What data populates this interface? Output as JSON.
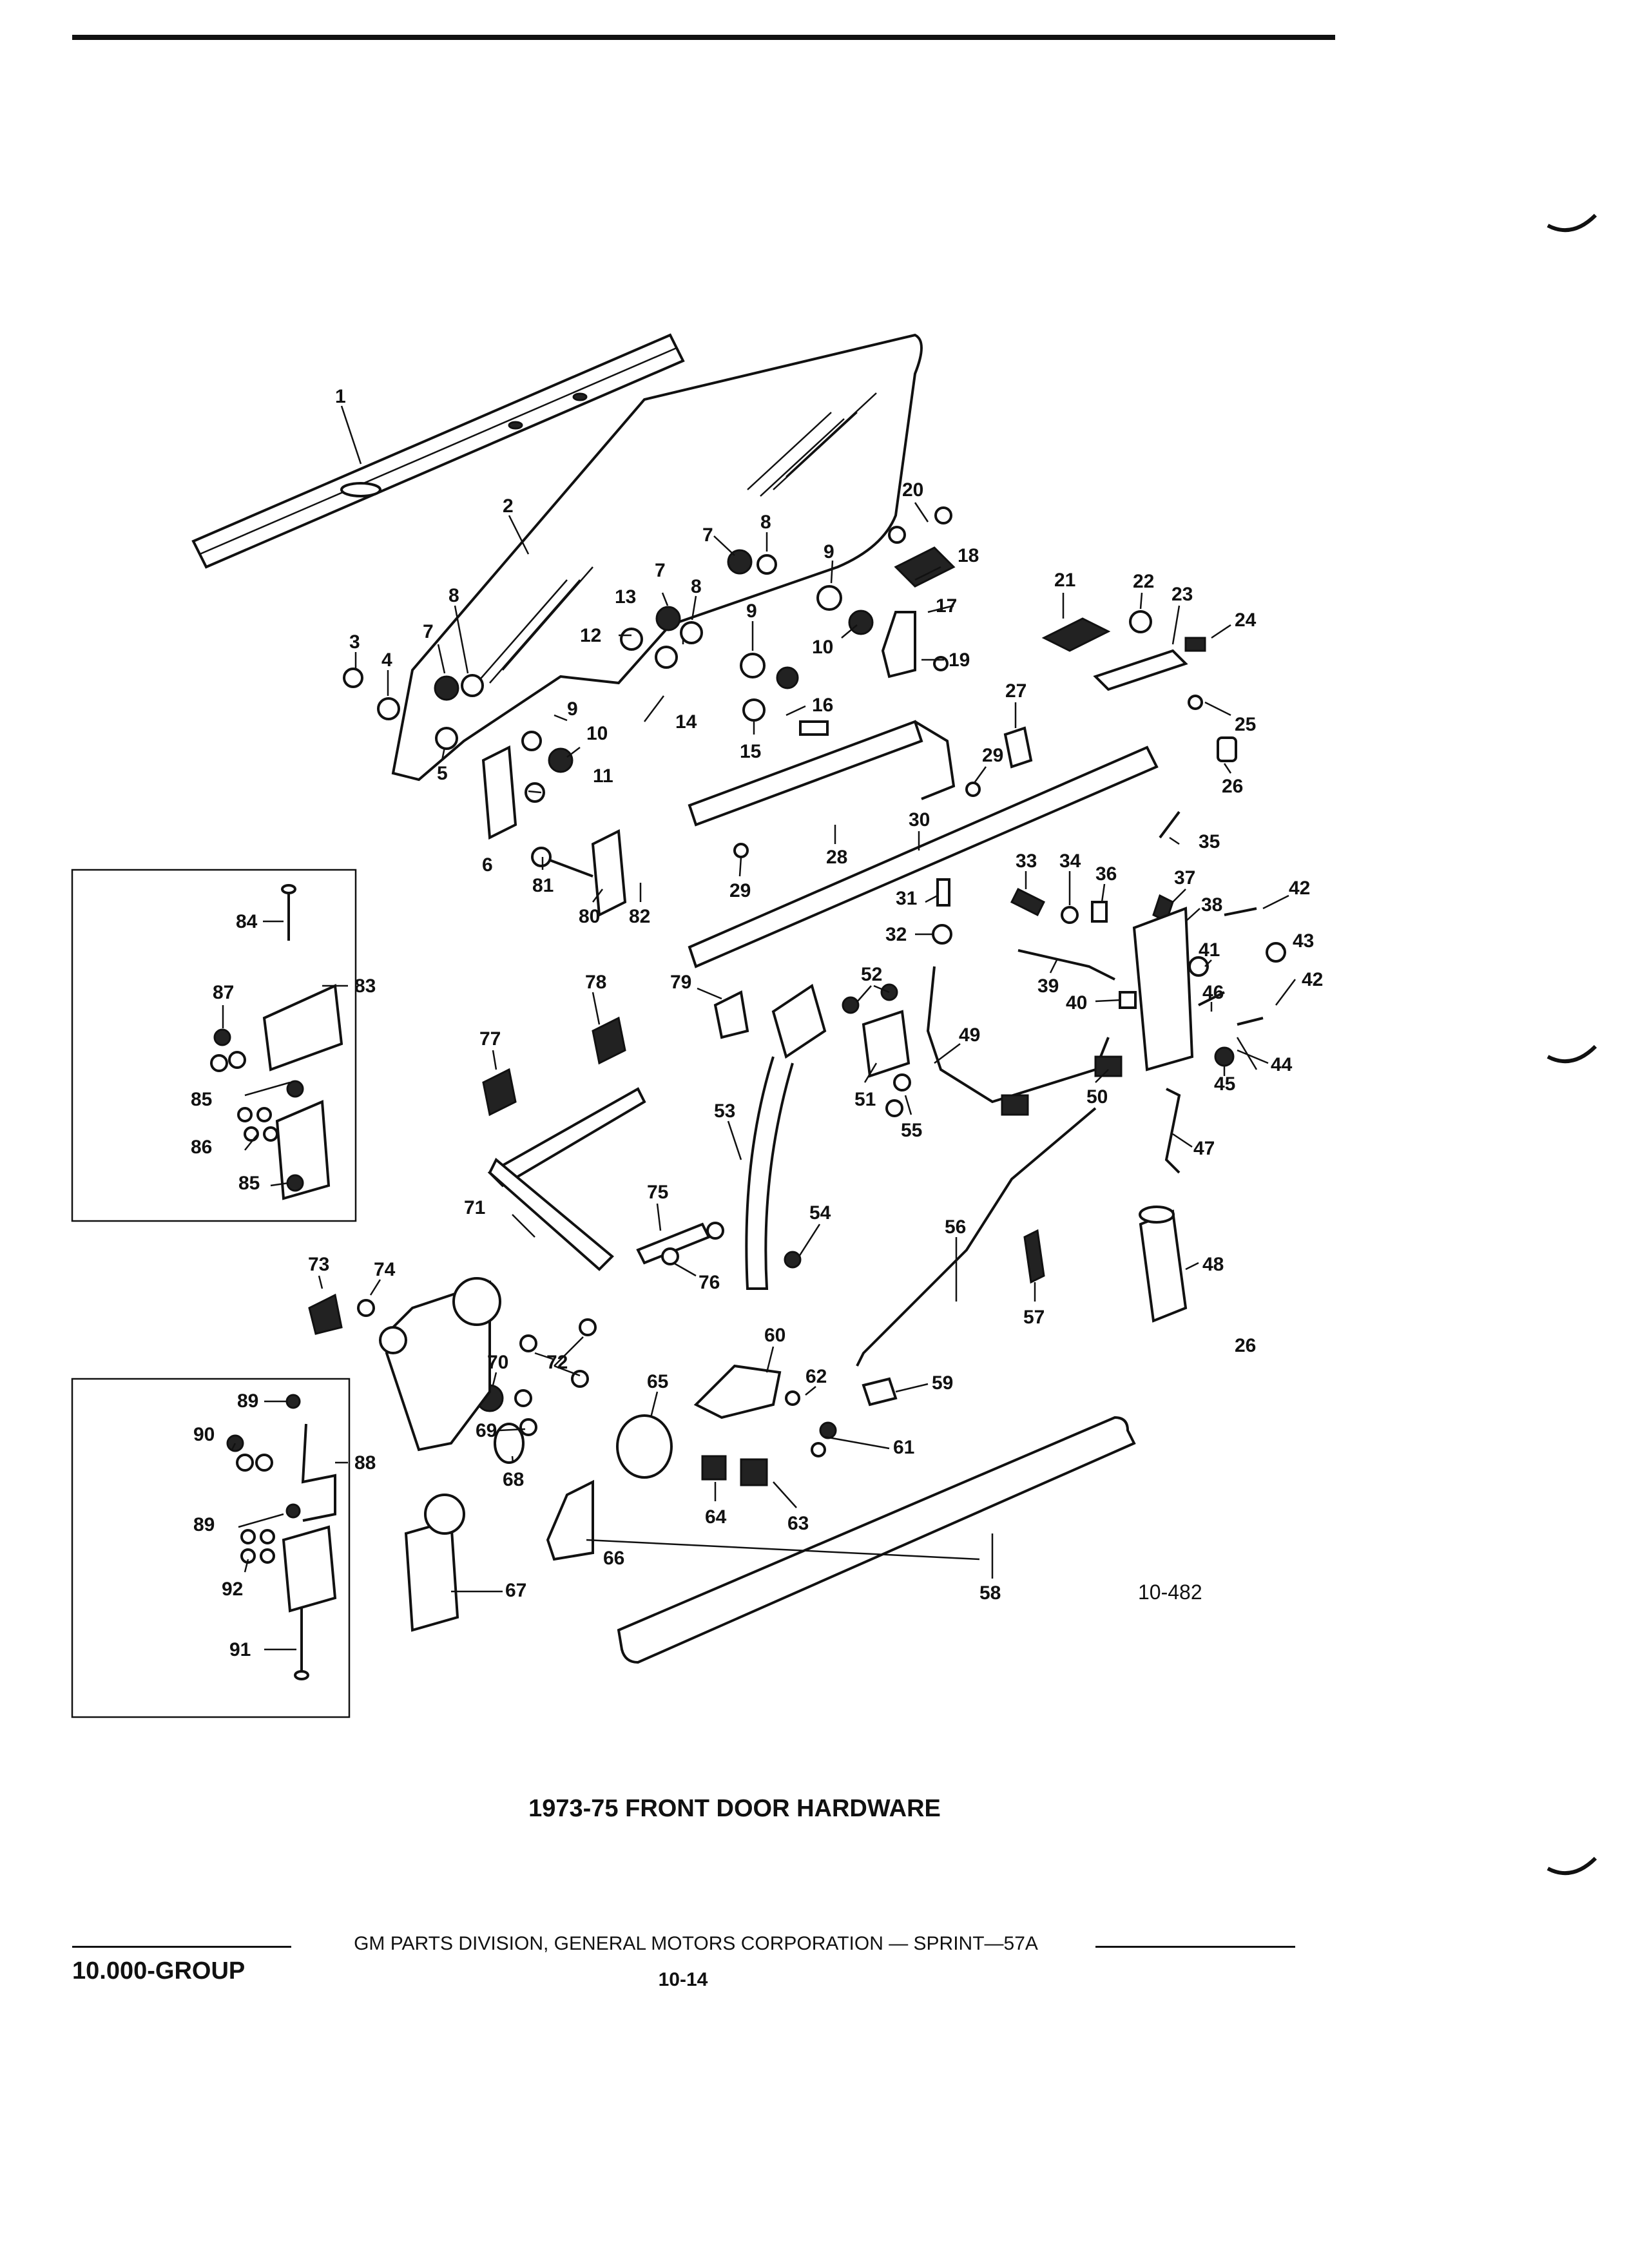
{
  "figure_code": "10-482",
  "caption": "1973-75 FRONT DOOR HARDWARE",
  "footer": {
    "publisher": "GM PARTS DIVISION, GENERAL MOTORS CORPORATION — SPRINT—57A",
    "group": "10.000-GROUP",
    "page_number": "10-14"
  },
  "callouts": [
    {
      "id": "c1",
      "label": "1"
    },
    {
      "id": "c2",
      "label": "2"
    },
    {
      "id": "c3",
      "label": "3"
    },
    {
      "id": "c4",
      "label": "4"
    },
    {
      "id": "c5",
      "label": "5"
    },
    {
      "id": "c6",
      "label": "6"
    },
    {
      "id": "c7a",
      "label": "7"
    },
    {
      "id": "c7b",
      "label": "7"
    },
    {
      "id": "c7c",
      "label": "7"
    },
    {
      "id": "c8a",
      "label": "8"
    },
    {
      "id": "c8b",
      "label": "8"
    },
    {
      "id": "c8c",
      "label": "8"
    },
    {
      "id": "c9a",
      "label": "9"
    },
    {
      "id": "c9b",
      "label": "9"
    },
    {
      "id": "c9c",
      "label": "9"
    },
    {
      "id": "c10a",
      "label": "10"
    },
    {
      "id": "c10b",
      "label": "10"
    },
    {
      "id": "c11",
      "label": "11"
    },
    {
      "id": "c12",
      "label": "12"
    },
    {
      "id": "c13",
      "label": "13"
    },
    {
      "id": "c14",
      "label": "14"
    },
    {
      "id": "c15",
      "label": "15"
    },
    {
      "id": "c16",
      "label": "16"
    },
    {
      "id": "c17",
      "label": "17"
    },
    {
      "id": "c18",
      "label": "18"
    },
    {
      "id": "c19",
      "label": "19"
    },
    {
      "id": "c20",
      "label": "20"
    },
    {
      "id": "c21",
      "label": "21"
    },
    {
      "id": "c22",
      "label": "22"
    },
    {
      "id": "c23",
      "label": "23"
    },
    {
      "id": "c24",
      "label": "24"
    },
    {
      "id": "c25",
      "label": "25"
    },
    {
      "id": "c26a",
      "label": "26"
    },
    {
      "id": "c26b",
      "label": "26"
    },
    {
      "id": "c27",
      "label": "27"
    },
    {
      "id": "c28",
      "label": "28"
    },
    {
      "id": "c29a",
      "label": "29"
    },
    {
      "id": "c29b",
      "label": "29"
    },
    {
      "id": "c30",
      "label": "30"
    },
    {
      "id": "c31",
      "label": "31"
    },
    {
      "id": "c32",
      "label": "32"
    },
    {
      "id": "c33",
      "label": "33"
    },
    {
      "id": "c34",
      "label": "34"
    },
    {
      "id": "c35",
      "label": "35"
    },
    {
      "id": "c36",
      "label": "36"
    },
    {
      "id": "c37",
      "label": "37"
    },
    {
      "id": "c38",
      "label": "38"
    },
    {
      "id": "c39",
      "label": "39"
    },
    {
      "id": "c40",
      "label": "40"
    },
    {
      "id": "c41",
      "label": "41"
    },
    {
      "id": "c42a",
      "label": "42"
    },
    {
      "id": "c42b",
      "label": "42"
    },
    {
      "id": "c43",
      "label": "43"
    },
    {
      "id": "c44",
      "label": "44"
    },
    {
      "id": "c45",
      "label": "45"
    },
    {
      "id": "c46",
      "label": "46"
    },
    {
      "id": "c47",
      "label": "47"
    },
    {
      "id": "c48",
      "label": "48"
    },
    {
      "id": "c49",
      "label": "49"
    },
    {
      "id": "c50",
      "label": "50"
    },
    {
      "id": "c51",
      "label": "51"
    },
    {
      "id": "c52",
      "label": "52"
    },
    {
      "id": "c53",
      "label": "53"
    },
    {
      "id": "c54",
      "label": "54"
    },
    {
      "id": "c55",
      "label": "55"
    },
    {
      "id": "c56",
      "label": "56"
    },
    {
      "id": "c57",
      "label": "57"
    },
    {
      "id": "c58",
      "label": "58"
    },
    {
      "id": "c59",
      "label": "59"
    },
    {
      "id": "c60",
      "label": "60"
    },
    {
      "id": "c61",
      "label": "61"
    },
    {
      "id": "c62",
      "label": "62"
    },
    {
      "id": "c63",
      "label": "63"
    },
    {
      "id": "c64",
      "label": "64"
    },
    {
      "id": "c65",
      "label": "65"
    },
    {
      "id": "c66",
      "label": "66"
    },
    {
      "id": "c67",
      "label": "67"
    },
    {
      "id": "c68",
      "label": "68"
    },
    {
      "id": "c69",
      "label": "69"
    },
    {
      "id": "c70",
      "label": "70"
    },
    {
      "id": "c71",
      "label": "71"
    },
    {
      "id": "c72",
      "label": "72"
    },
    {
      "id": "c73",
      "label": "73"
    },
    {
      "id": "c74",
      "label": "74"
    },
    {
      "id": "c75",
      "label": "75"
    },
    {
      "id": "c76",
      "label": "76"
    },
    {
      "id": "c77",
      "label": "77"
    },
    {
      "id": "c78",
      "label": "78"
    },
    {
      "id": "c79",
      "label": "79"
    },
    {
      "id": "c80",
      "label": "80"
    },
    {
      "id": "c81",
      "label": "81"
    },
    {
      "id": "c82",
      "label": "82"
    },
    {
      "id": "c83",
      "label": "83"
    },
    {
      "id": "c84",
      "label": "84"
    },
    {
      "id": "c85a",
      "label": "85"
    },
    {
      "id": "c85b",
      "label": "85"
    },
    {
      "id": "c86",
      "label": "86"
    },
    {
      "id": "c87",
      "label": "87"
    },
    {
      "id": "c88",
      "label": "88"
    },
    {
      "id": "c89a",
      "label": "89"
    },
    {
      "id": "c89b",
      "label": "89"
    },
    {
      "id": "c90",
      "label": "90"
    },
    {
      "id": "c91",
      "label": "91"
    },
    {
      "id": "c92",
      "label": "92"
    }
  ]
}
